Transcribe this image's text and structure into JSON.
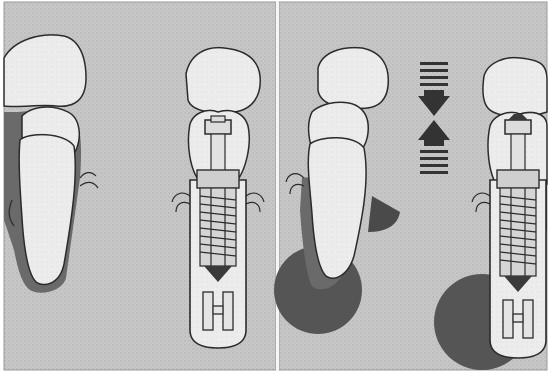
{
  "figure": {
    "panel_count": 2,
    "panels": [
      {
        "id": "left",
        "elements": [
          "natural-tooth",
          "implant-with-abutment"
        ]
      },
      {
        "id": "right",
        "elements": [
          "natural-tooth-with-bone-loss",
          "compression-arrows",
          "implant-with-bone-loss"
        ]
      }
    ],
    "colors": {
      "background": "#c9c9c9",
      "tooth_fill": "#ececec",
      "outline": "#2b2b2b",
      "bone_dark": "#555555",
      "root_liner": "#6a6a6a",
      "implant_fill": "#d8d8d8"
    }
  }
}
